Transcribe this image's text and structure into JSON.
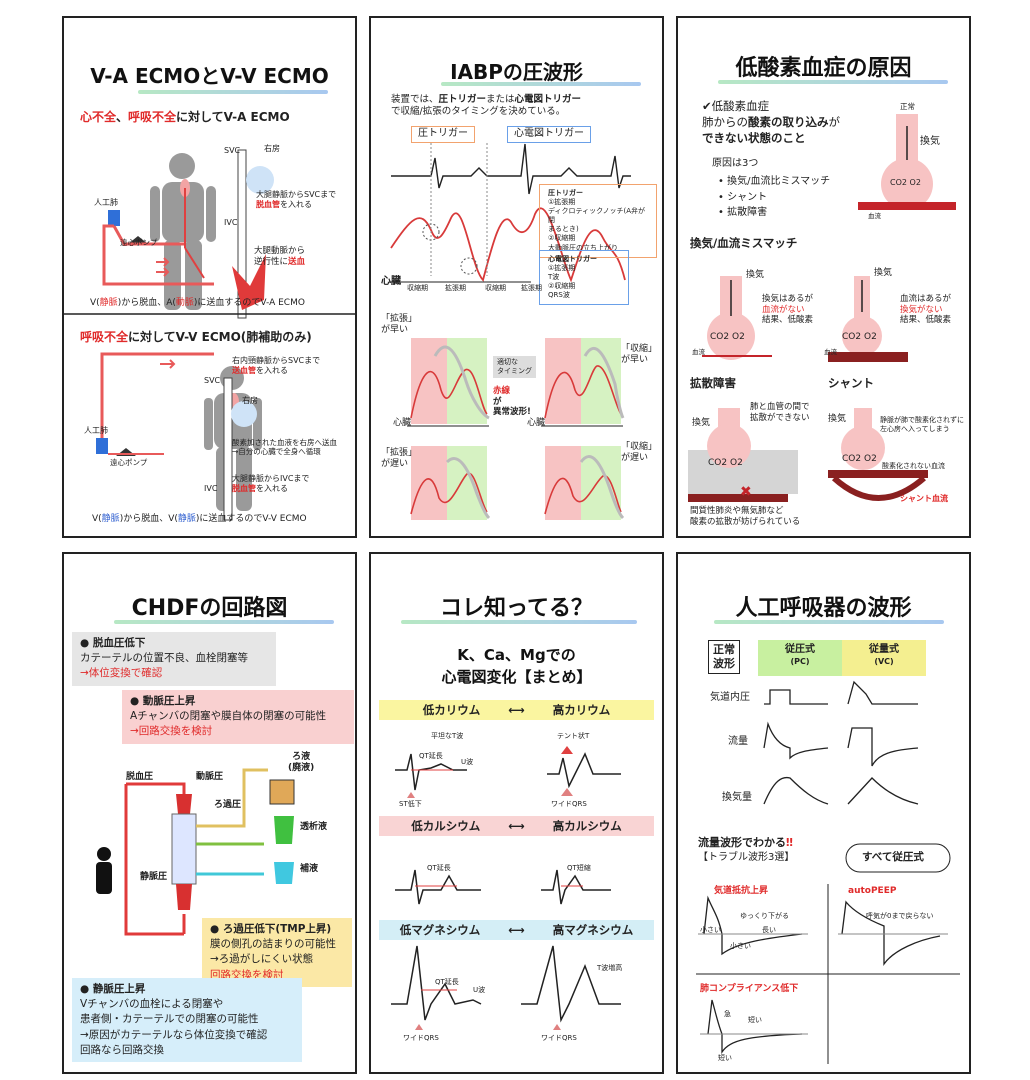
{
  "p1": {
    "title": "V-A ECMOとV-V ECMO",
    "s1_pre": "心不全",
    "s1_mid": "、",
    "s1_red2": "呼吸不全",
    "s1_post": "に対してV-A ECMO",
    "svc": "SVC",
    "ivc": "IVC",
    "ra": "右房",
    "fem_to_svc": "大腿静脈からSVCまで",
    "drain_tube": "脱血管",
    "drain_tail": "を入れる",
    "artery1": "大腿動脈から",
    "artery2": "逆行性に",
    "send": "送血",
    "lung": "人工肺",
    "pump": "遠心ポンプ",
    "bottom1_a": "V(",
    "bottom1_b": "静脈",
    "bottom1_c": ")から脱血、A(",
    "bottom1_d": "動脈",
    "bottom1_e": ")に送血するのでV-A ECMO",
    "s2_red": "呼吸不全",
    "s2_post": "に対してV-V ECMO(肺補助のみ)",
    "rij1": "右内頸静脈からSVCまで",
    "send_tube": "送血管",
    "oxy1": "酸素加された血液を右房へ送血",
    "oxy2": "→自分の心臓で全身へ循環",
    "fem_to_ivc": "大腿静脈からIVCまで",
    "bottom2_a": "V(",
    "bottom2_b": "静脈",
    "bottom2_c": ")から脱血、V(",
    "bottom2_d": "静脈",
    "bottom2_e": ")に送血するのでV-V ECMO"
  },
  "p2": {
    "title": "IABPの圧波形",
    "intro1_a": "装置では、",
    "intro1_b": "圧トリガー",
    "intro1_c": "または",
    "intro1_d": "心電図トリガー",
    "intro2": "で収縮/拡張のタイミングを決めている。",
    "pt_label": "圧トリガー",
    "ecg_label": "心電図トリガー",
    "pt_box": [
      "圧トリガー",
      "①拡張期",
      "ディクロティックノッチ(A弁が閉",
      "まるとき)",
      "②収縮期",
      "大動脈圧の立ち上がり"
    ],
    "ecg_box": [
      "心電図トリガー",
      "①拡張期",
      "T波",
      "②収縮期",
      "QRS波"
    ],
    "heart": "心臓",
    "phases": [
      "収縮期",
      "拡張期",
      "収縮期",
      "拡張期"
    ],
    "early_dia_a": "「拡張」",
    "early_dia_b": "が早い",
    "late_dia_a": "「拡張」",
    "late_dia_b": "が遅い",
    "early_sys_a": "「収縮」",
    "early_sys_b": "が早い",
    "late_sys_a": "「収縮」",
    "late_sys_b": "が遅い",
    "proper1": "適切な",
    "proper2": "タイミング",
    "redline1": "赤線",
    "redline2": "が",
    "redline3": "異常波形!",
    "phase_small": [
      "収縮期",
      "拡張期"
    ]
  },
  "p3": {
    "title": "低酸素血症の原因",
    "def1": "✔低酸素血症",
    "def2_a": "肺からの",
    "def2_b": "酸素の取り込み",
    "def2_c": "が",
    "def3": "できない状態のこと",
    "normal": "正常",
    "vent": "換気",
    "blood": "血流",
    "causes_head": "原因は3つ",
    "causes": [
      "換気/血流比ミスマッチ",
      "シャント",
      "拡散障害"
    ],
    "mm_title": "換気/血流ミスマッチ",
    "mm1": [
      "換気はあるが",
      "血流がない",
      "結果、低酸素"
    ],
    "mm2": [
      "血流はあるが",
      "換気がない",
      "結果、低酸素"
    ],
    "diff_title": "拡散障害",
    "diff_note": [
      "肺と血管の間で",
      "拡散ができない"
    ],
    "diff_foot": [
      "間質性肺炎や無気肺など",
      "酸素の拡散が妨げられている"
    ],
    "shunt_title": "シャント",
    "shunt_note": [
      "静脈が肺で酸素化されずに",
      "左心房へ入ってしまう"
    ],
    "shunt_low": "酸素化されない血流",
    "shunt_flow": "シャント血流",
    "co2": "CO2",
    "o2": "O2"
  },
  "p4": {
    "title": "CHDFの回路図",
    "b1": [
      "● 脱血圧低下",
      "カテーテルの位置不良、血栓閉塞等",
      "→体位変換で確認"
    ],
    "b2": [
      "● 動脈圧上昇",
      "Aチャンバの閉塞や膜自体の閉塞の可能性",
      "→回路交換を検討"
    ],
    "b3": [
      "● ろ過圧低下(TMP上昇)",
      "膜の側孔の詰まりの可能性",
      "→ろ過がしにくい状態",
      "回路交換を検討"
    ],
    "b4": [
      "● 静脈圧上昇",
      "Vチャンバの血栓による閉塞や",
      "患者側・カテーテルでの閉塞の可能性",
      "→原因がカテーテルなら体位変換で確認",
      "回路なら回路交換"
    ],
    "drain_p": "脱血圧",
    "art_p": "動脈圧",
    "filt_p": "ろ過圧",
    "ven_p": "静脈圧",
    "waste": "ろ液",
    "waste2": "(廃液)",
    "dialysate": "透析液",
    "replace": "補液",
    "press": "圧"
  },
  "p5": {
    "title": "コレ知ってる？",
    "sub1": "K、Ca、Mgでの",
    "sub2": "心電図変化【まとめ】",
    "k_low": "低カリウム",
    "k_high": "高カリウム",
    "ca_low": "低カルシウム",
    "ca_high": "高カルシウム",
    "mg_low": "低マグネシウム",
    "mg_high": "高マグネシウム",
    "arrow": "⟷",
    "flatT": "平坦なT波",
    "qt_long": "QT延長",
    "uwave": "U波",
    "st_down": "ST低下",
    "tent": "テント状T",
    "wide": "ワイドQRS",
    "qt_short": "QT短縮",
    "t_tall": "T波増高"
  },
  "p6": {
    "title": "人工呼吸器の波形",
    "normal1": "正常",
    "normal2": "波形",
    "pc": "従圧式",
    "pc_s": "(PC)",
    "vc": "従量式",
    "vc_s": "(VC)",
    "rows": [
      "気道内圧",
      "流量",
      "換気量"
    ],
    "trouble1_a": "流量波形",
    "trouble1_b": "でわかる",
    "trouble1_c": "‼",
    "trouble2": "【トラブル波形3選】",
    "bubble": "すべて従圧式",
    "t1": "気道抵抗上昇",
    "t2": "autoPEEP",
    "t3": "肺コンプライアンス低下",
    "small": "小さい",
    "slow": "ゆっくり下がる",
    "long": "長い",
    "not0": "呼気が0まで戻らない",
    "fast": "急",
    "short": "短い"
  }
}
